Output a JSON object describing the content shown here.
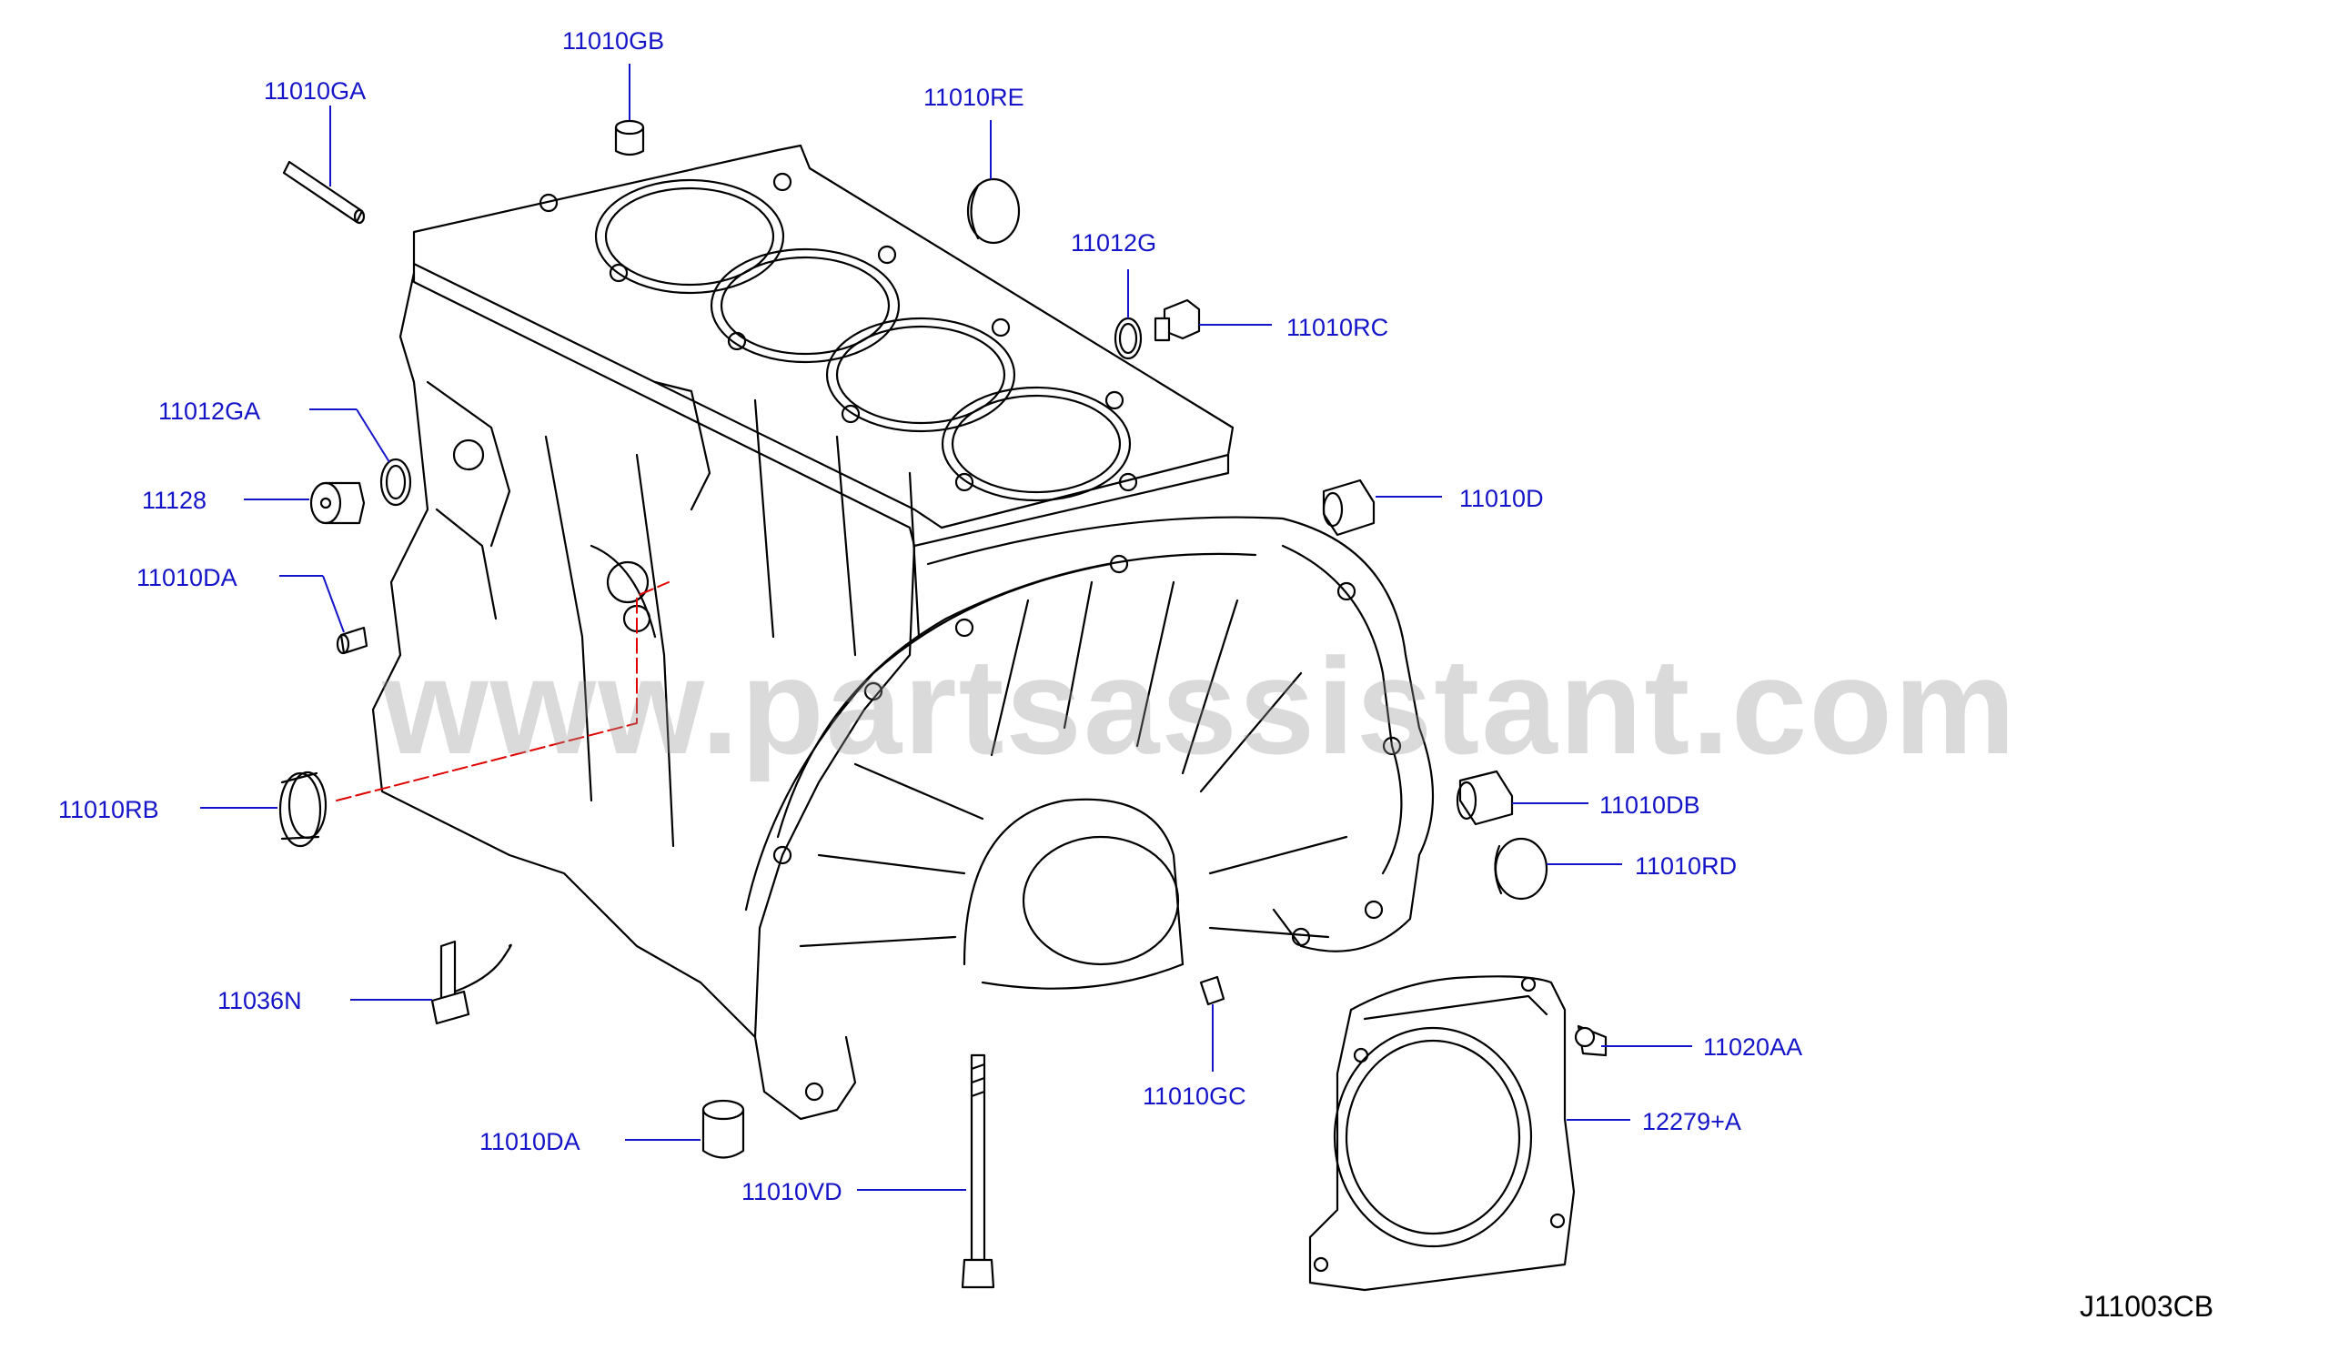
{
  "diagram": {
    "code": "J11003CB",
    "watermark": "www.partsassistant.com",
    "callouts": [
      {
        "id": "11010GB",
        "text": "11010GB"
      },
      {
        "id": "11010GA",
        "text": "11010GA"
      },
      {
        "id": "11010RE",
        "text": "11010RE"
      },
      {
        "id": "11012G",
        "text": "11012G"
      },
      {
        "id": "11010RC",
        "text": "11010RC"
      },
      {
        "id": "11012GA",
        "text": "11012GA"
      },
      {
        "id": "11128",
        "text": "11128"
      },
      {
        "id": "11010D",
        "text": "11010D"
      },
      {
        "id": "11010DA-upper",
        "text": "11010DA"
      },
      {
        "id": "11010RB",
        "text": "11010RB"
      },
      {
        "id": "11010DB",
        "text": "11010DB"
      },
      {
        "id": "11010RD",
        "text": "11010RD"
      },
      {
        "id": "11036N",
        "text": "11036N"
      },
      {
        "id": "11020AA",
        "text": "11020AA"
      },
      {
        "id": "11010GC",
        "text": "11010GC"
      },
      {
        "id": "12279+A",
        "text": "12279+A"
      },
      {
        "id": "11010DA-lower",
        "text": "11010DA"
      },
      {
        "id": "11010VD",
        "text": "11010VD"
      }
    ]
  }
}
